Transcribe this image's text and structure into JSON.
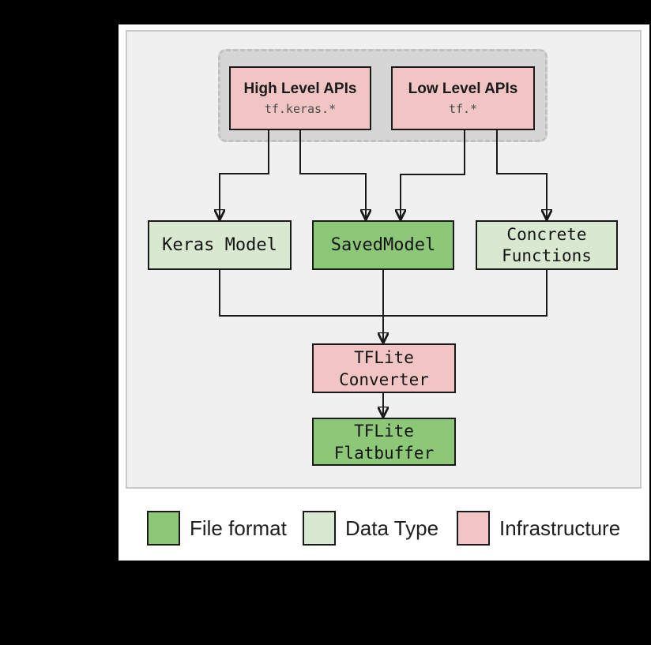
{
  "figure": {
    "api_group": {
      "boxes": [
        {
          "title": "High Level APIs",
          "code": "tf.keras.*"
        },
        {
          "title": "Low Level APIs",
          "code": "tf.*"
        }
      ]
    },
    "models": [
      {
        "lines": [
          "Keras Model"
        ],
        "kind": "data-type"
      },
      {
        "lines": [
          "SavedModel"
        ],
        "kind": "file-format"
      },
      {
        "lines": [
          "Concrete",
          "Functions"
        ],
        "kind": "data-type"
      }
    ],
    "converter": {
      "lines": [
        "TFLite",
        "Converter"
      ],
      "kind": "infrastructure"
    },
    "output": {
      "lines": [
        "TFLite",
        "Flatbuffer"
      ],
      "kind": "file-format"
    }
  },
  "legend": {
    "items": [
      {
        "label": "File format",
        "color": "#8cc878"
      },
      {
        "label": "Data Type",
        "color": "#d9e8d0"
      },
      {
        "label": "Infrastructure",
        "color": "#f2c5c5"
      }
    ]
  },
  "colors": {
    "file_format": "#8cc878",
    "data_type": "#d9e8d0",
    "infrastructure": "#f2c5c5"
  }
}
